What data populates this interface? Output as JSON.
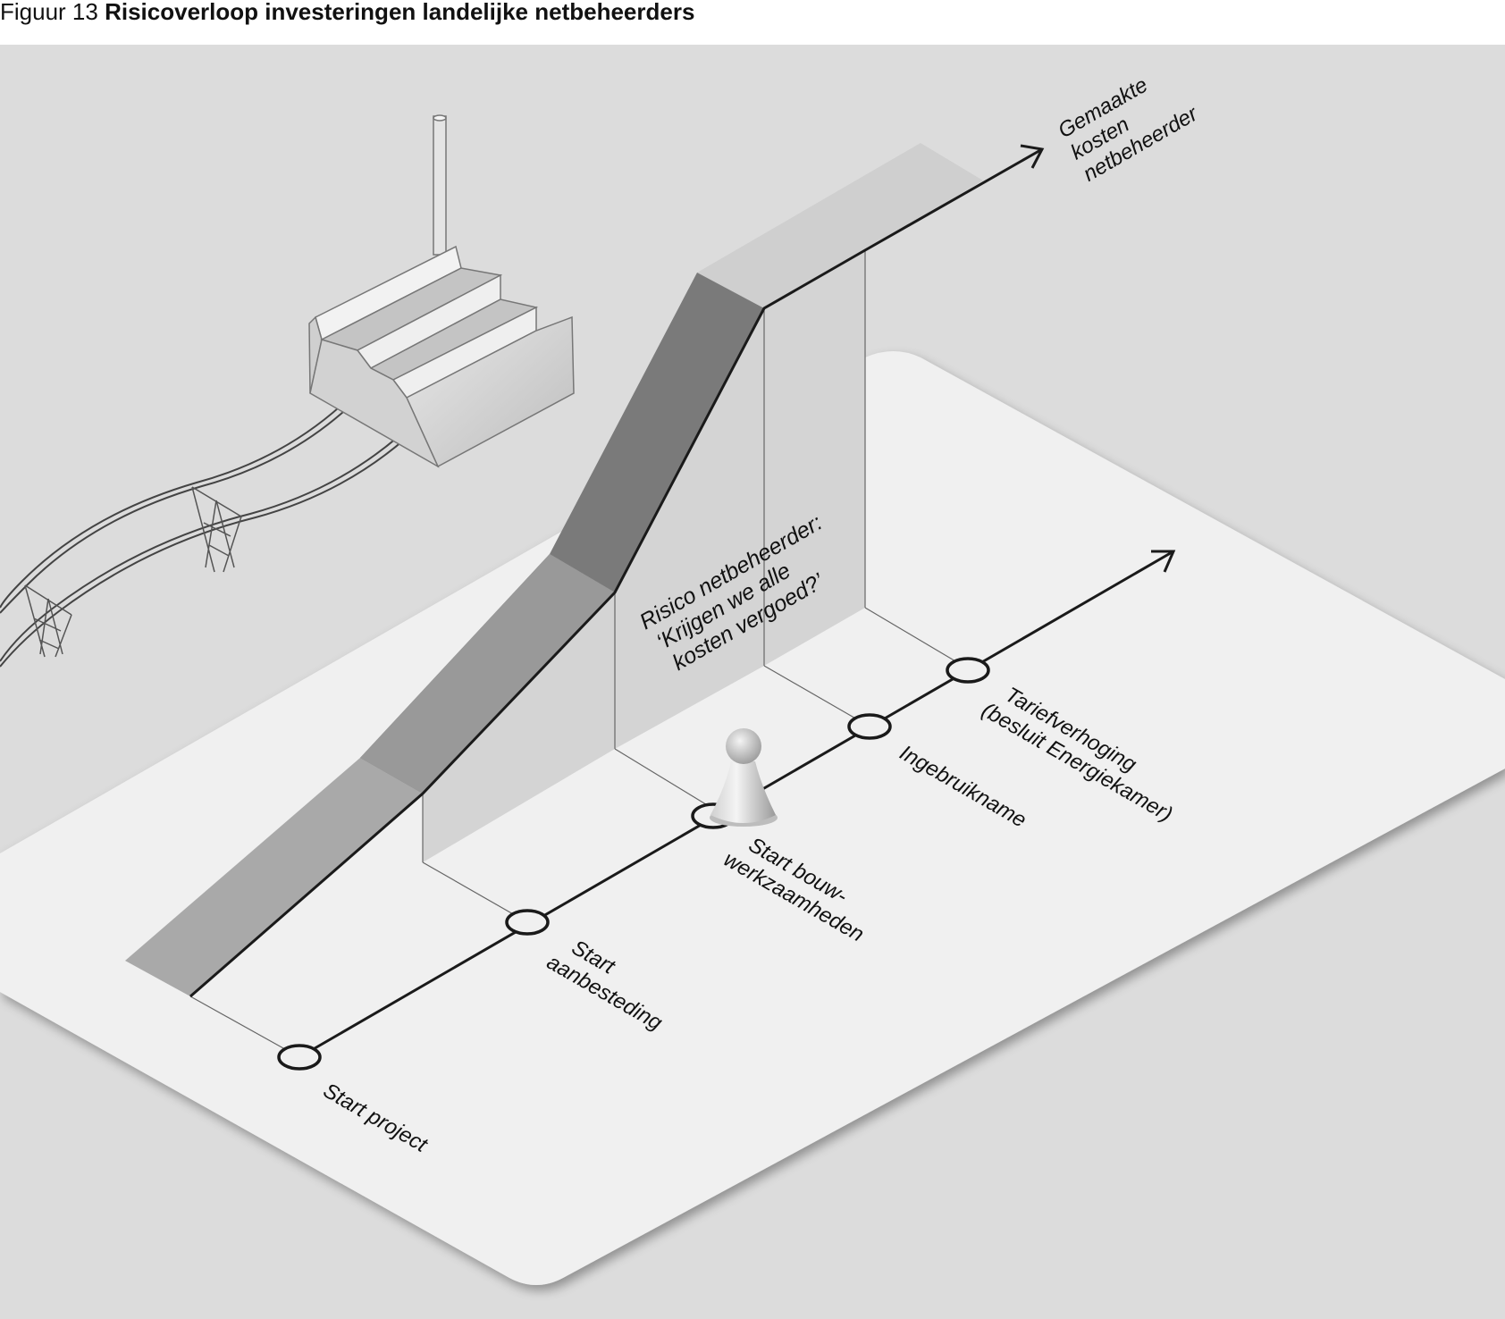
{
  "figure": {
    "number": "Figuur 13",
    "title": "Risicoverloop investeringen landelijke netbeheerders"
  },
  "axis_label": [
    "Gemaakte",
    "kosten",
    "netbeheerder"
  ],
  "risk_label": [
    "Risico netbeheerder:",
    "‘Krijgen we alle",
    "kosten vergoed?’"
  ],
  "milestones": [
    {
      "lines": [
        "Start project"
      ]
    },
    {
      "lines": [
        "Start",
        "aanbesteding"
      ]
    },
    {
      "lines": [
        "Start bouw-",
        "werkzaamheden"
      ]
    },
    {
      "lines": [
        "Ingebruikname"
      ]
    },
    {
      "lines": [
        "Tariefverhoging",
        "(besluit Energiekamer)"
      ]
    }
  ],
  "colors": {
    "background": "#dcdcdc",
    "board": "#f0f0f0",
    "wall": "#d4d4d4",
    "slope_dark": "#7e7e7e",
    "slope_mid": "#a8a8a8",
    "line": "#1a1a1a"
  },
  "icons": [
    "factory-icon",
    "power-pylon-icon",
    "game-pawn-icon"
  ]
}
